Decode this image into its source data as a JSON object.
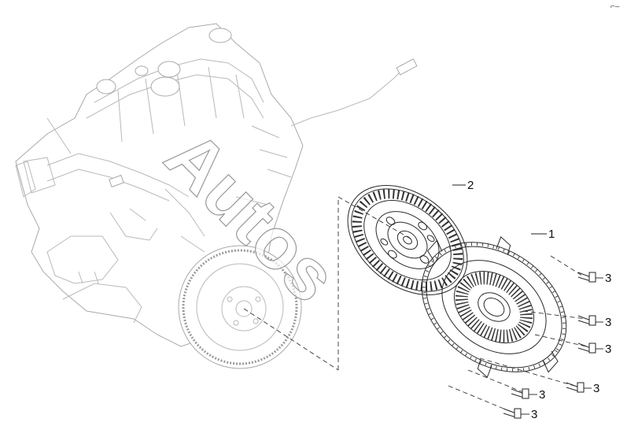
{
  "callouts": {
    "clutch_cover": "1",
    "clutch_disc": "2",
    "bolt": "3"
  },
  "watermark": {
    "text": "Autos"
  },
  "corner_mark": "⌐–",
  "colors": {
    "line": "#2a2a2a",
    "engine": "#b9b9b9",
    "background": "#ffffff"
  }
}
